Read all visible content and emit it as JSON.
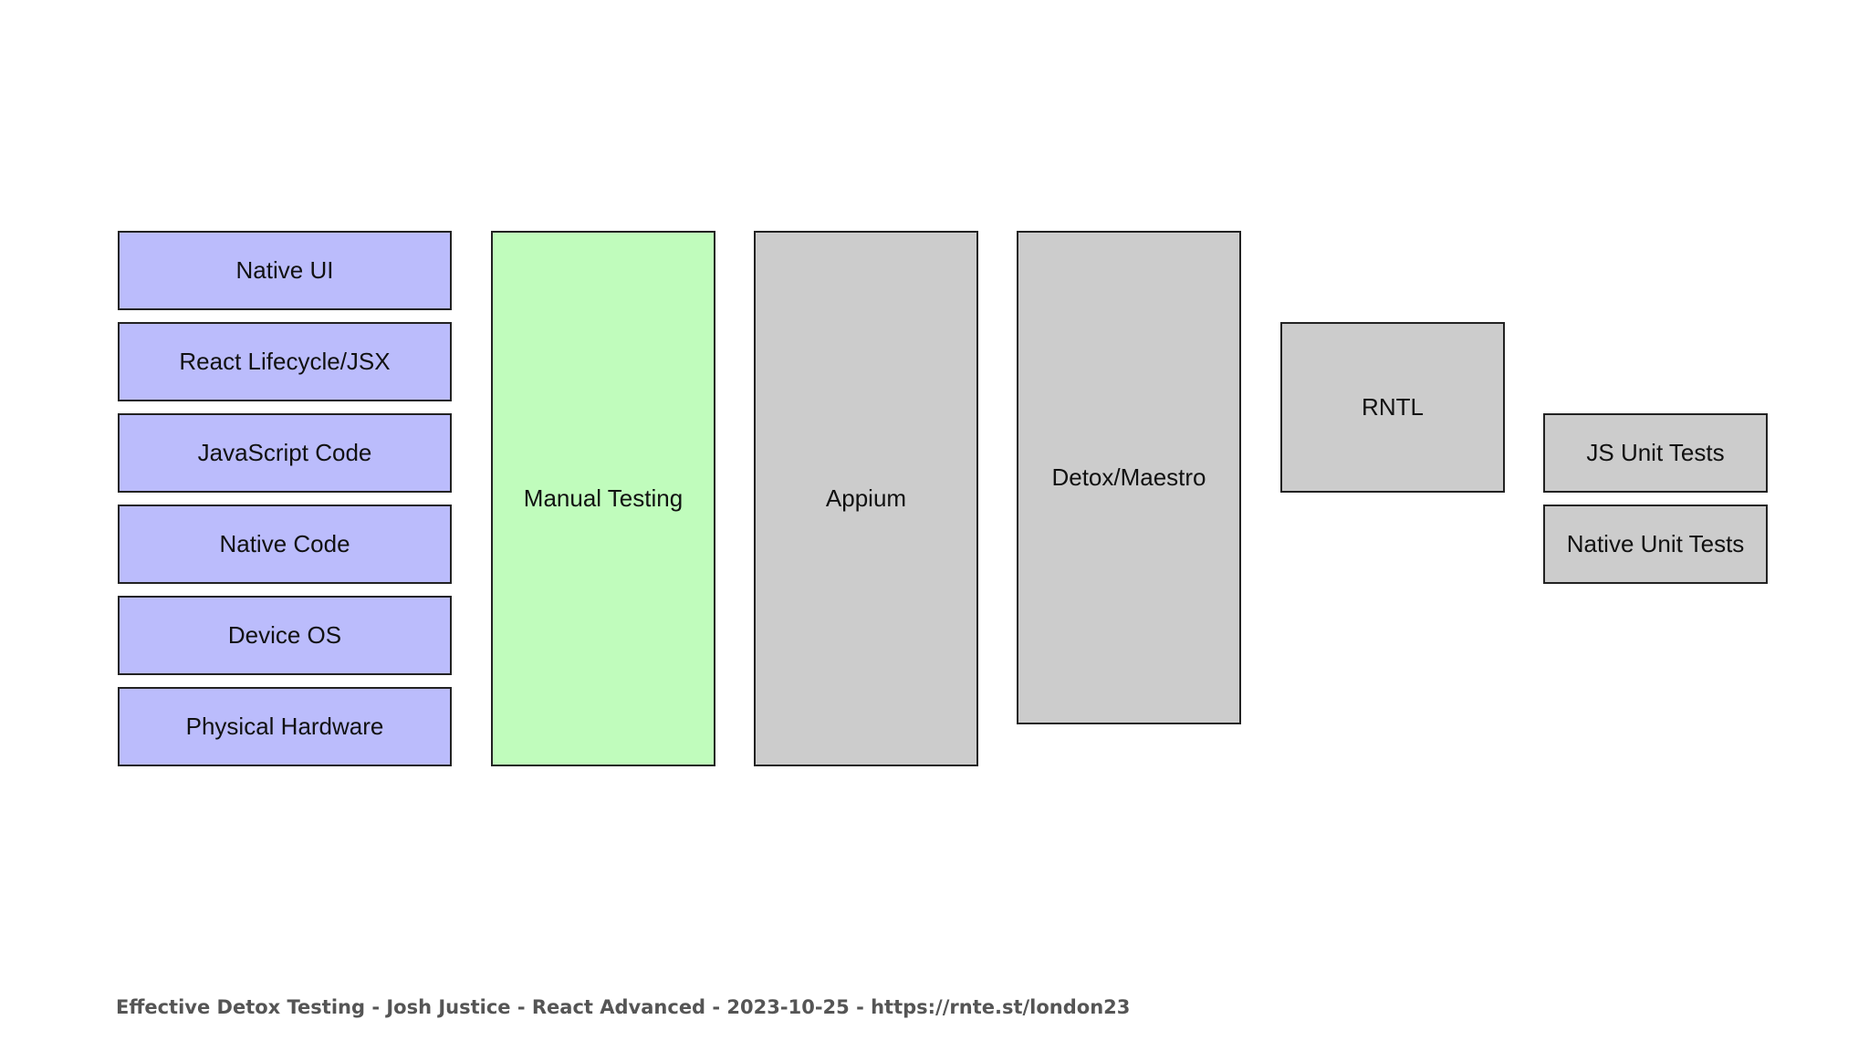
{
  "layers": [
    {
      "label": "Native UI"
    },
    {
      "label": "React Lifecycle/JSX"
    },
    {
      "label": "JavaScript Code"
    },
    {
      "label": "Native Code"
    },
    {
      "label": "Device OS"
    },
    {
      "label": "Physical Hardware"
    }
  ],
  "tools": {
    "manual": {
      "label": "Manual Testing"
    },
    "appium": {
      "label": "Appium"
    },
    "detox": {
      "label": "Detox/Maestro"
    },
    "rntl": {
      "label": "RNTL"
    },
    "js_unit": {
      "label": "JS Unit Tests"
    },
    "native_unit": {
      "label": "Native Unit Tests"
    }
  },
  "footer": {
    "text": "Effective Detox Testing - Josh Justice - React Advanced - 2023-10-25 - https://rnte.st/london23"
  },
  "colors": {
    "layer_fill": "#bbbcfc",
    "manual_fill": "#c0fcbc",
    "tool_fill": "#cccccc",
    "border": "#222222",
    "footer_text": "#555555"
  }
}
